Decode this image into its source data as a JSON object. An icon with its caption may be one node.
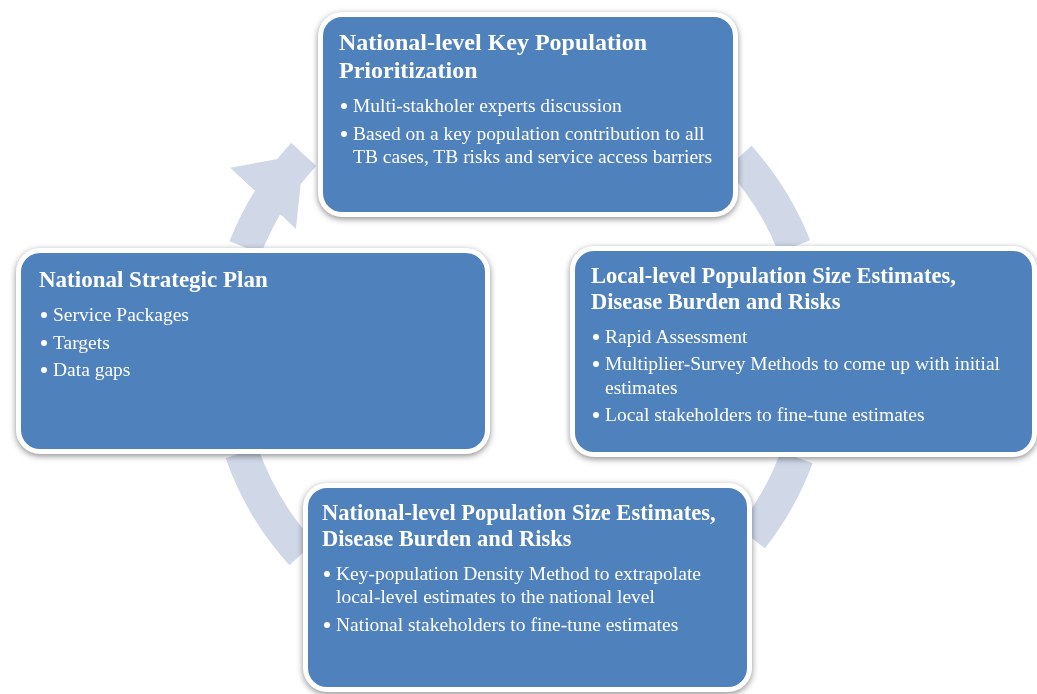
{
  "diagram": {
    "nodes": [
      {
        "text": [
          "National-level Key Population Prioritization",
          "Multi-stakholer experts discussion",
          "Based on a key population contribution to all TB cases, TB risks and service access barriers"
        ]
      },
      {
        "text": [
          "Local-level Population Size Estimates, Disease Burden and Risks",
          "Rapid Assessment",
          "Multiplier-Survey Methods to come up with initial estimates",
          "Local stakeholders to fine-tune estimates"
        ]
      },
      {
        "text": [
          "National-level Population Size Estimates, Disease Burden and Risks",
          "Key-population Density Method to extrapolate local-level estimates to the national level",
          "National stakeholders to fine-tune estimates"
        ]
      },
      {
        "text": [
          "National Strategic Plan",
          "Service Packages",
          "Targets",
          "Data gaps"
        ]
      }
    ],
    "edges": [
      {
        "from": 0,
        "to": 1,
        "arrow": "none"
      },
      {
        "from": 1,
        "to": 2,
        "arrow": "none"
      },
      {
        "from": 2,
        "to": 3,
        "arrow": "none"
      },
      {
        "from": 3,
        "to": 0,
        "arrow": "to"
      }
    ]
  }
}
